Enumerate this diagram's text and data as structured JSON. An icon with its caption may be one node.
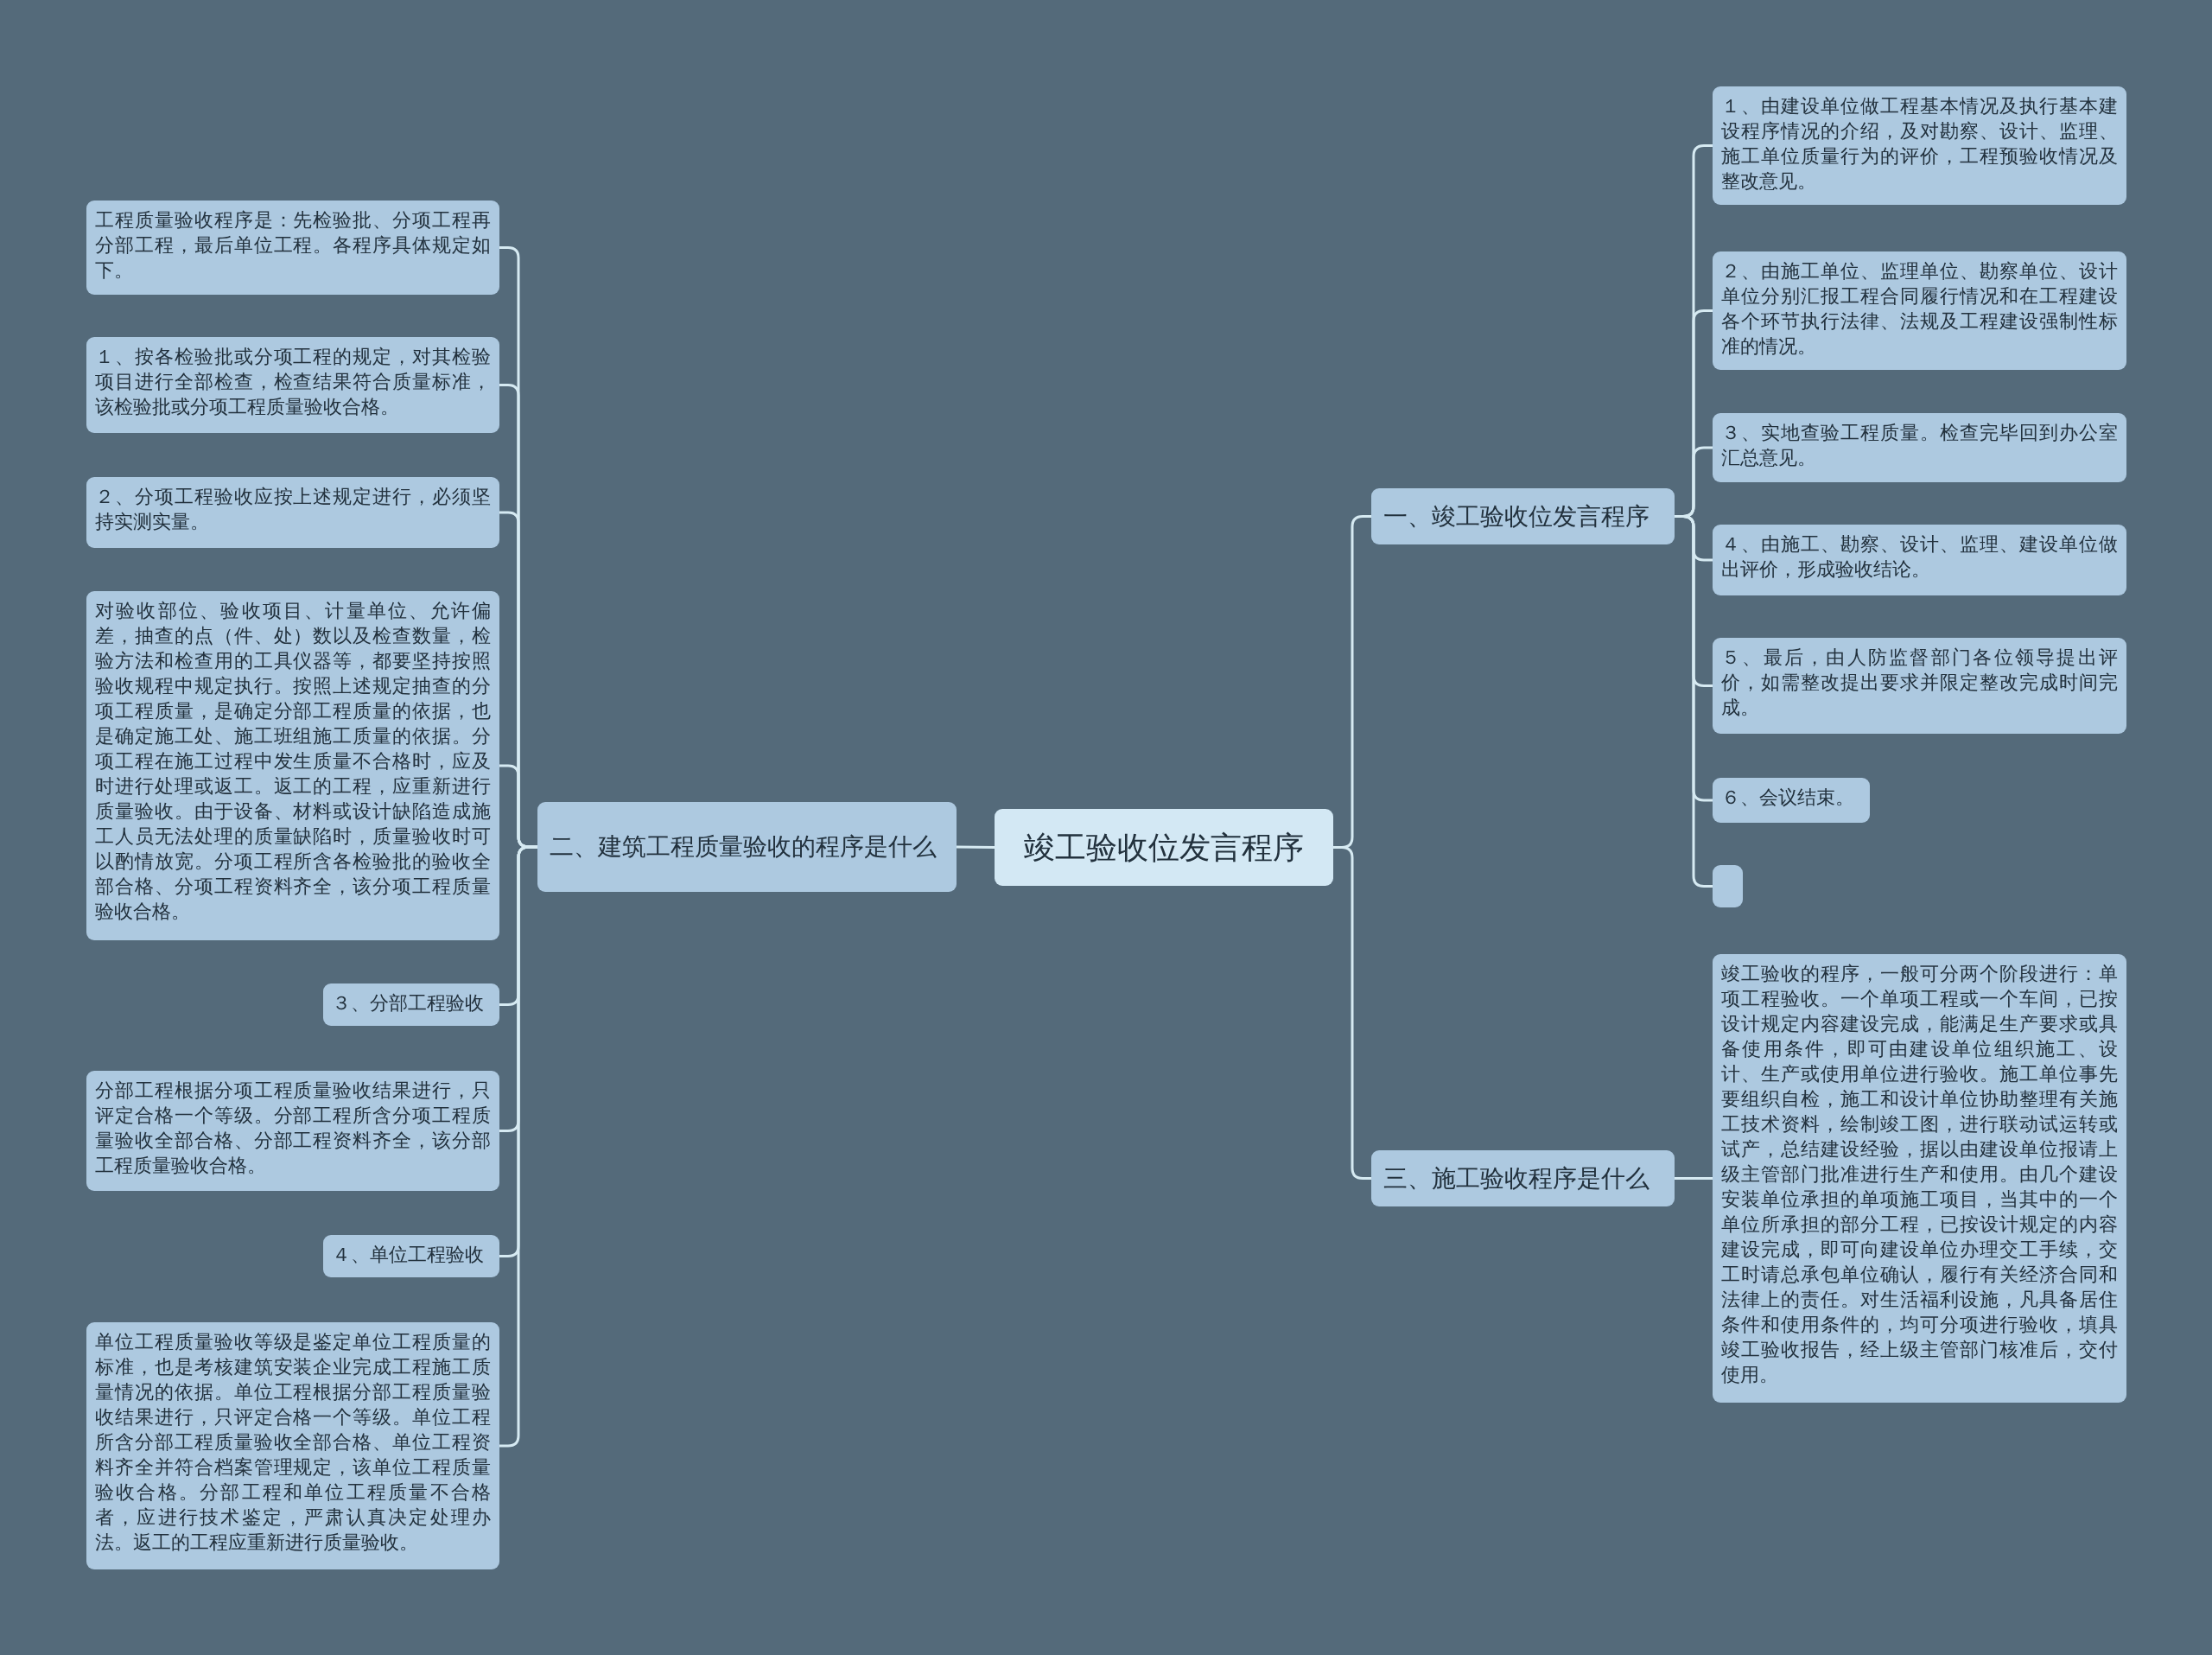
{
  "diagram": {
    "nodes": [
      {
        "text": [
          "竣工验收位发言程序"
        ]
      },
      {
        "text": [
          "一、竣工验收位发言程序"
        ]
      },
      {
        "text": [
          "１、由建设单位做工程基本情况及执行基本建设程序情况的介绍，及对勘察、设计、监理、施工单位质量行为的评价，工程预验收情况及整改意见。"
        ]
      },
      {
        "text": [
          "２、由施工单位、监理单位、勘察单位、设计单位分别汇报工程合同履行情况和在工程建设各个环节执行法律、法规及工程建设强制性标准的情况。"
        ]
      },
      {
        "text": [
          "３、实地查验工程质量。检查完毕回到办公室汇总意见。"
        ]
      },
      {
        "text": [
          "４、由施工、勘察、设计、监理、建设单位做出评价，形成验收结论。"
        ]
      },
      {
        "text": [
          "５、最后，由人防监督部门各位领导提出评价，如需整改提出要求并限定整改完成时间完成。"
        ]
      },
      {
        "text": [
          "６、会议结束。"
        ]
      },
      {
        "text": [],
        "shape": "box"
      },
      {
        "text": [
          "三、施工验收程序是什么"
        ]
      },
      {
        "text": [
          "竣工验收的程序，一般可分两个阶段进行：单项工程验收。一个单项工程或一个车间，已按设计规定内容建设完成，能满足生产要求或具备使用条件，即可由建设单位组织施工、设计、生产或使用单位进行验收。施工单位事先要组织自检，施工和设计单位协助整理有关施工技术资料，绘制竣工图，进行联动试运转或试产，总结建设经验，据以由建设单位报请上级主管部门批准进行生产和使用。由几个建设安装单位承担的单项施工项目，当其中的一个单位所承担的部分工程，已按设计规定的内容建设完成，即可向建设单位办理交工手续，交工时请总承包单位确认，履行有关经济合同和法律上的责任。对生活福利设施，凡具备居住条件和使用条件的，均可分项进行验收，填具竣工验收报告，经上级主管部门核准后，交付使用。"
        ]
      },
      {
        "text": [
          "二、建筑工程质量验收的程序是什么"
        ]
      },
      {
        "text": [
          "工程质量验收程序是：先检验批、分项工程再分部工程，最后单位工程。各程序具体规定如下。"
        ]
      },
      {
        "text": [
          "１、按各检验批或分项工程的规定，对其检验项目进行全部检查，检查结果符合质量标准，该检验批或分项工程质量验收合格。"
        ]
      },
      {
        "text": [
          "２、分项工程验收应按上述规定进行，必须坚持实测实量。"
        ]
      },
      {
        "text": [
          "对验收部位、验收项目、计量单位、允许偏差，抽查的点（件、处）数以及检查数量，检验方法和检查用的工具仪器等，都要坚持按照验收规程中规定执行。按照上述规定抽查的分项工程质量，是确定分部工程质量的依据，也是确定施工处、施工班组施工质量的依据。分项工程在施工过程中发生质量不合格时，应及时进行处理或返工。返工的工程，应重新进行质量验收。由于设备、材料或设计缺陷造成施工人员无法处理的质量缺陷时，质量验收时可以酌情放宽。分项工程所含各检验批的验收全部合格、分项工程资料齐全，该分项工程质量验收合格。"
        ]
      },
      {
        "text": [
          "３、分部工程验收"
        ]
      },
      {
        "text": [
          "分部工程根据分项工程质量验收结果进行，只评定合格一个等级。分部工程所含分项工程质量验收全部合格、分部工程资料齐全，该分部工程质量验收合格。"
        ]
      },
      {
        "text": [
          "４、单位工程验收"
        ]
      },
      {
        "text": [
          "单位工程质量验收等级是鉴定单位工程质量的标准，也是考核建筑安装企业完成工程施工质量情况的依据。单位工程根据分部工程质量验收结果进行，只评定合格一个等级。单位工程所含分部工程质量验收全部合格、单位工程资料齐全并符合档案管理规定，该单位工程质量验收合格。分部工程和单位工程质量不合格者，应进行技术鉴定，严肃认真决定处理办法。返工的工程应重新进行质量验收。"
        ]
      }
    ],
    "edges": [
      {
        "from": 0,
        "to": 1,
        "arrow": "none"
      },
      {
        "from": 0,
        "to": 9,
        "arrow": "none"
      },
      {
        "from": 0,
        "to": 11,
        "arrow": "none"
      },
      {
        "from": 1,
        "to": 2,
        "arrow": "none"
      },
      {
        "from": 1,
        "to": 3,
        "arrow": "none"
      },
      {
        "from": 1,
        "to": 4,
        "arrow": "none"
      },
      {
        "from": 1,
        "to": 5,
        "arrow": "none"
      },
      {
        "from": 1,
        "to": 6,
        "arrow": "none"
      },
      {
        "from": 1,
        "to": 7,
        "arrow": "none"
      },
      {
        "from": 1,
        "to": 8,
        "arrow": "none"
      },
      {
        "from": 9,
        "to": 10,
        "arrow": "none"
      },
      {
        "from": 11,
        "to": 12,
        "arrow": "none"
      },
      {
        "from": 11,
        "to": 13,
        "arrow": "none"
      },
      {
        "from": 11,
        "to": 14,
        "arrow": "none"
      },
      {
        "from": 11,
        "to": 15,
        "arrow": "none"
      },
      {
        "from": 11,
        "to": 16,
        "arrow": "none"
      },
      {
        "from": 11,
        "to": 17,
        "arrow": "none"
      },
      {
        "from": 11,
        "to": 18,
        "arrow": "none"
      },
      {
        "from": 11,
        "to": 19,
        "arrow": "none"
      }
    ]
  }
}
